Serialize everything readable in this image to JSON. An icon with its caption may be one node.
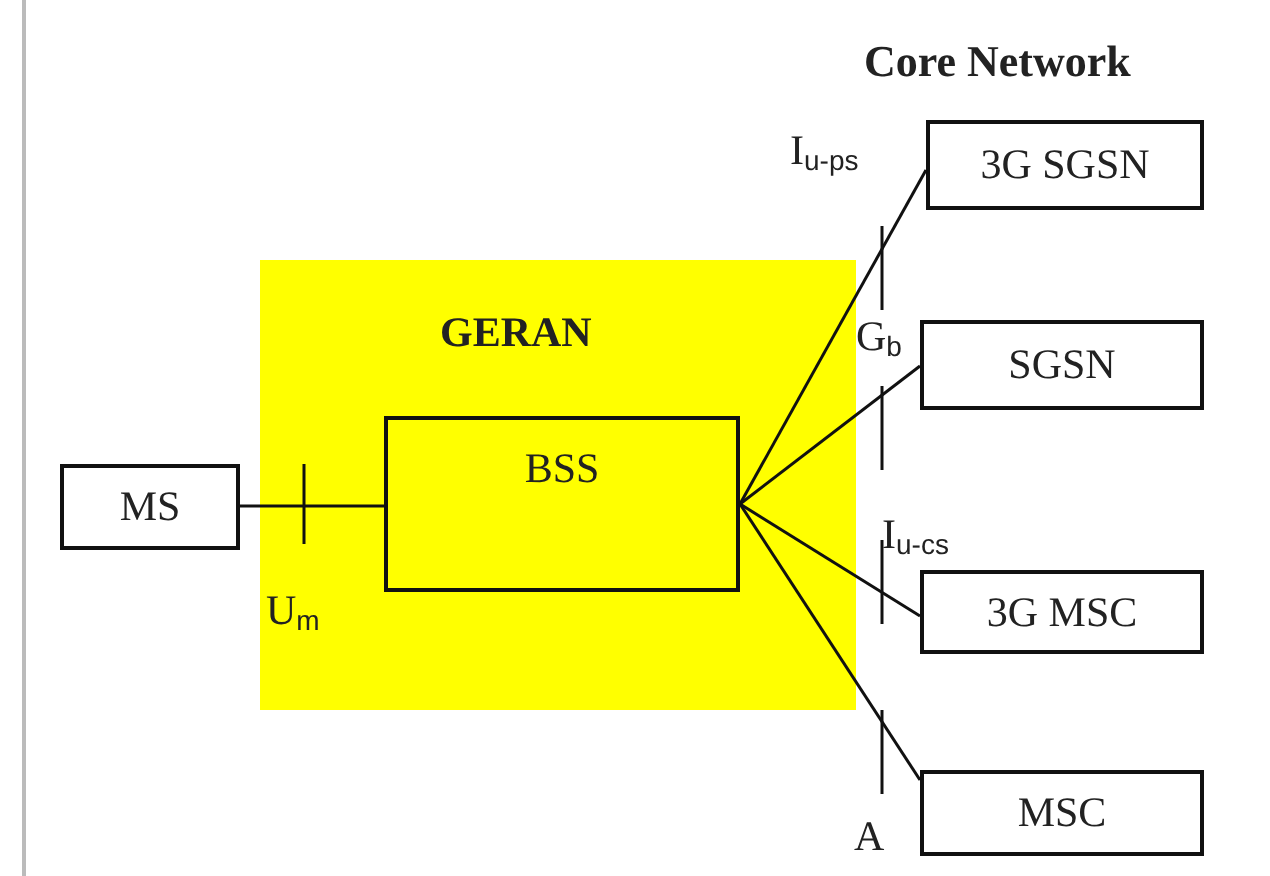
{
  "diagram": {
    "nodes": [
      {
        "text": [
          "GERAN"
        ]
      },
      {
        "text": [
          "BSS"
        ],
        "in": 0
      },
      {
        "text": [
          "MS"
        ]
      },
      {
        "text": [
          "3G SGSN"
        ]
      },
      {
        "text": [
          "SGSN"
        ]
      },
      {
        "text": [
          "3G MSC"
        ]
      },
      {
        "text": [
          "MSC"
        ]
      }
    ],
    "edges": [
      {
        "from": 2,
        "to": 1,
        "arrow": "none",
        "label": "U$_{m}$"
      },
      {
        "from": 1,
        "to": 3,
        "arrow": "none",
        "label": "I$_{u-ps}$"
      },
      {
        "from": 1,
        "to": 4,
        "arrow": "none",
        "label": "G$_{b}$"
      },
      {
        "from": 1,
        "to": 5,
        "arrow": "none",
        "label": "I$_{u-cs}$"
      },
      {
        "from": 1,
        "to": 6,
        "arrow": "none",
        "label": "A"
      }
    ],
    "labels": [
      "Core Network"
    ]
  }
}
